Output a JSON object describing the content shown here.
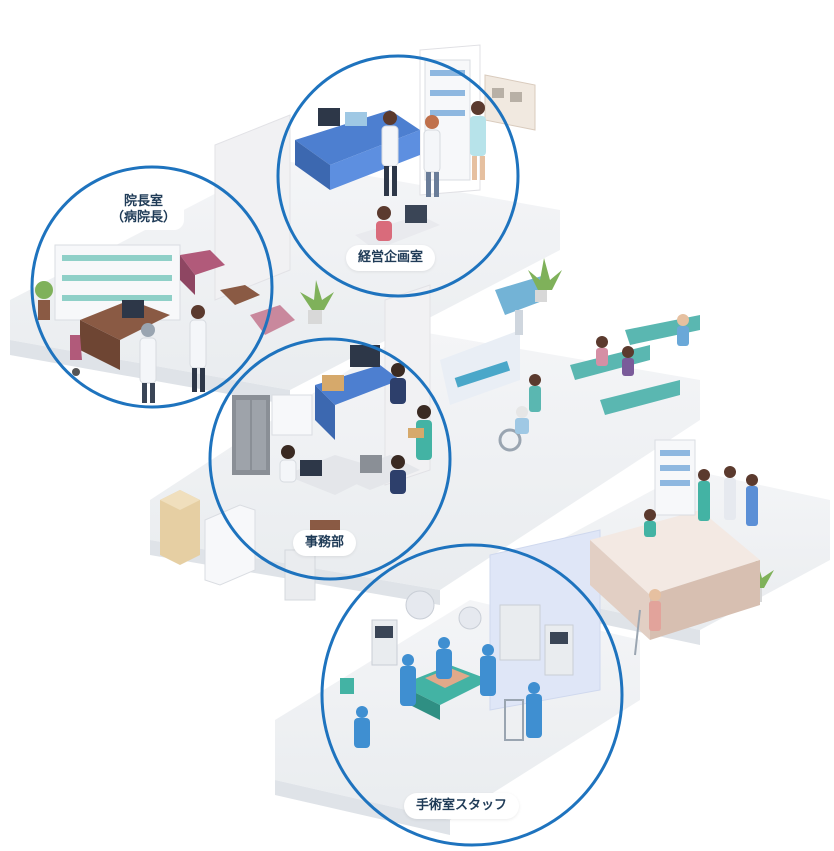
{
  "zones": {
    "director": {
      "title": "院長室",
      "subtitle": "（病院長）"
    },
    "planning": {
      "label": "経営企画室"
    },
    "admin": {
      "label": "事務部"
    },
    "surgery": {
      "label": "手術室スタッフ"
    }
  },
  "colors": {
    "ring": "#1e73be",
    "floor": "#eef0f3",
    "floor_shadow": "#dfe3e8",
    "scrubs": "#43b3a4",
    "surgical": "#3f8fd1",
    "furniture_pink": "#c06f86",
    "desk_wood": "#8a5a44"
  }
}
